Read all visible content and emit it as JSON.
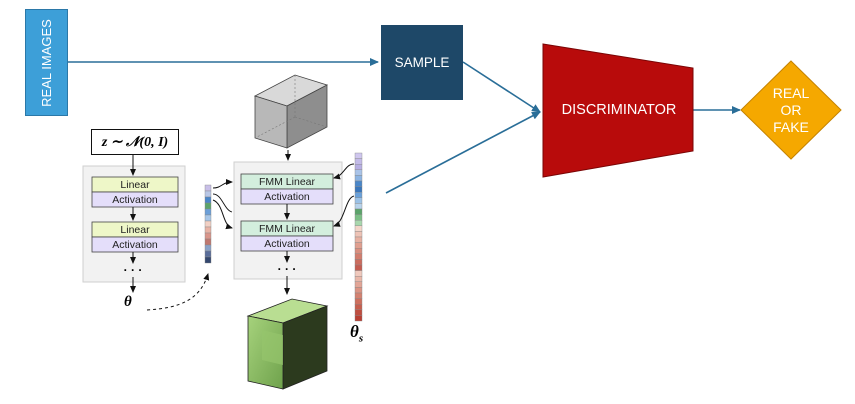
{
  "gan": {
    "real_images_label": "REAL IMAGES",
    "sample_label": "SAMPLE",
    "discriminator_label": "DISCRIMINATOR",
    "real_or_fake_label": "REAL OR FAKE"
  },
  "colors": {
    "real_images": "#3d9fd8",
    "sample": "#1e4868",
    "discriminator": "#b80b0b",
    "real_or_fake": "#f5a800",
    "arrows": "#2a6e98",
    "linear_fill": "#eef7c8",
    "activation_fill": "#e4defa",
    "fmm_fill": "#d3eedd",
    "cube_gray": "#b6b6b6",
    "cube_green": "#7fb35e"
  },
  "hypernet": {
    "latent": "z ∼ 𝒩(0, I)",
    "layers": [
      {
        "kind": "linear",
        "label": "Linear"
      },
      {
        "kind": "activation",
        "label": "Activation"
      },
      {
        "kind": "linear",
        "label": "Linear"
      },
      {
        "kind": "activation",
        "label": "Activation"
      }
    ],
    "ellipsis": "· · ·",
    "output": "θ"
  },
  "generator": {
    "layers": [
      {
        "kind": "fmm",
        "label": "FMM Linear"
      },
      {
        "kind": "activation",
        "label": "Activation"
      },
      {
        "kind": "fmm",
        "label": "FMM Linear"
      },
      {
        "kind": "activation",
        "label": "Activation"
      }
    ],
    "ellipsis": "· · ·",
    "output_main": "θ",
    "output_sub": "s"
  }
}
